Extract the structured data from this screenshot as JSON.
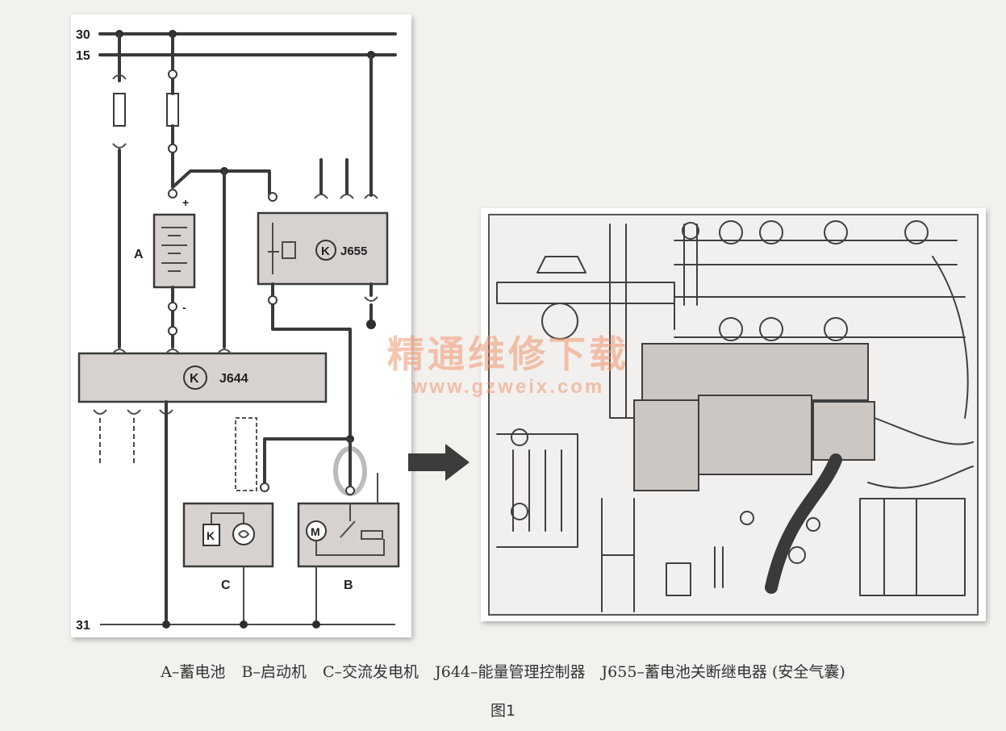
{
  "schematic": {
    "rail_30": "30",
    "rail_15": "15",
    "rail_31": "31",
    "battery_label": "A",
    "battery_plus": "+",
    "battery_minus": "-",
    "controller_symbol": "K",
    "controller_label": "J644",
    "relay_symbol": "K",
    "relay_label": "J655",
    "alternator_label": "C",
    "alternator_symbol_k": "K",
    "starter_label": "B",
    "starter_symbol_m": "M"
  },
  "watermark": {
    "text": "精通维修下载",
    "url": "www.gzweix.com"
  },
  "caption": {
    "items": [
      "A–蓄电池",
      "B–启动机",
      "C–交流发电机",
      "J644–能量管理控制器",
      "J655–蓄电池关断继电器 (安全气囊)"
    ],
    "figure": "图1"
  },
  "colors": {
    "component_fill": "#d7d2cf",
    "line": "#3a3a3a",
    "watermark": "#ee966e"
  }
}
